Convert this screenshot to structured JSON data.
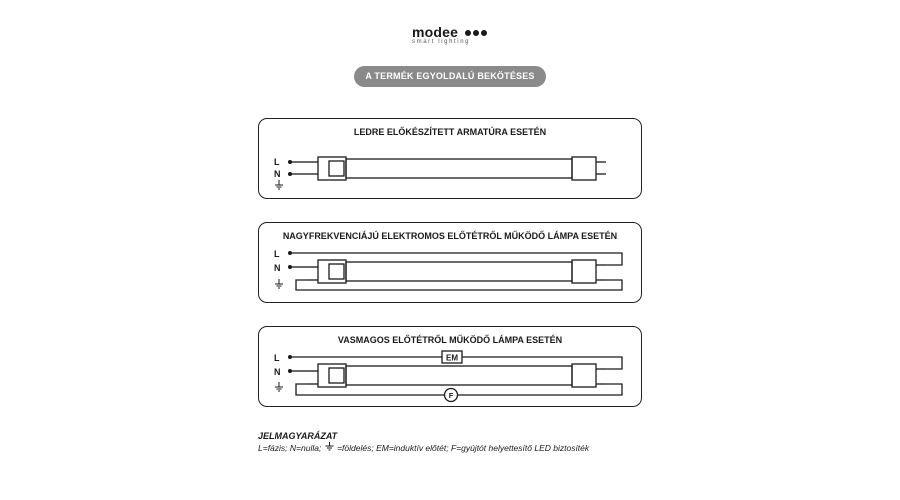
{
  "logo": {
    "name": "modee",
    "tagline": "smart lighting"
  },
  "header": {
    "title": "A TERMÉK EGYOLDALÚ BEKÖTÉSES"
  },
  "panels": [
    {
      "title": "LEDRE ELŐKÉSZÍTETT ARMATÚRA ESETÉN",
      "labels": {
        "L": "L",
        "N": "N"
      }
    },
    {
      "title": "NAGYFREKVENCIÁJÚ ELEKTROMOS ELŐTÉTRŐL MŰKÖDŐ LÁMPA ESETÉN",
      "labels": {
        "L": "L",
        "N": "N"
      }
    },
    {
      "title": "VASMAGOS ELŐTÉTRŐL MŰKÖDŐ LÁMPA ESETÉN",
      "labels": {
        "L": "L",
        "N": "N"
      },
      "em_label": "EM",
      "fuse_label": "F"
    }
  ],
  "legend": {
    "title": "JELMAGYARÁZAT",
    "text_before_symbol": "L=fázis; N=nulla;",
    "text_after_symbol": "=földelés; EM=induktív előtét; F=gyújtót helyettesítő LED biztosíték"
  },
  "colors": {
    "ink": "#1a1a1a",
    "pill": "#8a8a8a"
  }
}
